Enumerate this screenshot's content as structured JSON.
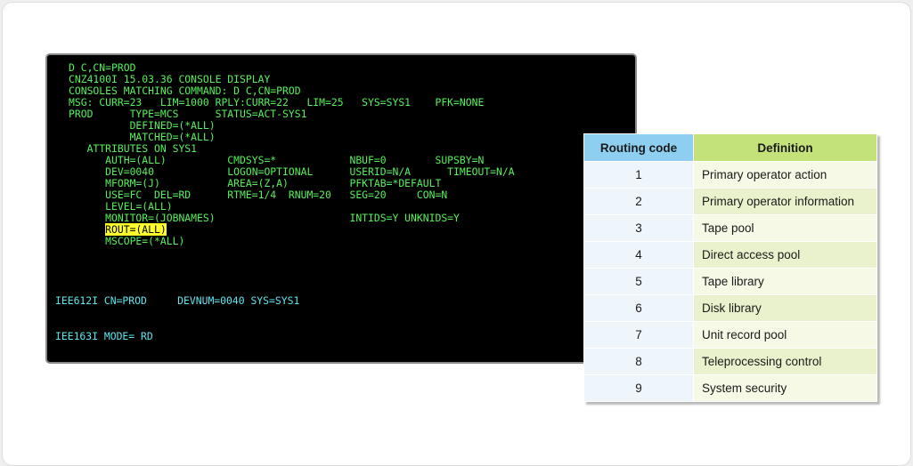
{
  "terminal": {
    "lines": [
      {
        "text": "D C,CN=PROD",
        "color": "green"
      },
      {
        "text": "CNZ4100I 15.03.36 CONSOLE DISPLAY",
        "color": "green"
      },
      {
        "text": "CONSOLES MATCHING COMMAND: D C,CN=PROD",
        "color": "green"
      },
      {
        "text": "MSG: CURR=23   LIM=1000 RPLY:CURR=22   LIM=25   SYS=SYS1    PFK=NONE",
        "color": "green"
      },
      {
        "text": "PROD      TYPE=MCS      STATUS=ACT-SYS1",
        "color": "green"
      },
      {
        "text": "          DEFINED=(*ALL)",
        "color": "green"
      },
      {
        "text": "          MATCHED=(*ALL)",
        "color": "green"
      },
      {
        "text": "   ATTRIBUTES ON SYS1",
        "color": "green"
      },
      {
        "text": "      AUTH=(ALL)          CMDSYS=*            NBUF=0        SUPSBY=N",
        "color": "green"
      },
      {
        "text": "      DEV=0040            LOGON=OPTIONAL      USERID=N/A      TIMEOUT=N/A",
        "color": "green"
      },
      {
        "text": "      MFORM=(J)           AREA=(Z,A)          PFKTAB=*DEFAULT",
        "color": "green"
      },
      {
        "text": "      USE=FC  DEL=RD      RTME=1/4  RNUM=20   SEG=20     CON=N",
        "color": "green"
      },
      {
        "text": "      LEVEL=(ALL)",
        "color": "green"
      },
      {
        "text": "      MONITOR=(JOBNAMES)                      INTIDS=Y UNKNIDS=Y",
        "color": "green"
      },
      {
        "text": "      ",
        "highlight": "ROUT=(ALL)",
        "color": "green"
      },
      {
        "text": "      MSCOPE=(*ALL)",
        "color": "green"
      }
    ],
    "status_lines": [
      {
        "text": "IEE612I CN=PROD     DEVNUM=0040 SYS=SYS1",
        "color": "cyan"
      },
      {
        "text": "IEE163I MODE= RD",
        "color": "cyan"
      }
    ]
  },
  "routing_table": {
    "headers": [
      "Routing code",
      "Definition"
    ],
    "rows": [
      {
        "code": "1",
        "definition": "Primary operator action"
      },
      {
        "code": "2",
        "definition": "Primary operator information"
      },
      {
        "code": "3",
        "definition": "Tape pool"
      },
      {
        "code": "4",
        "definition": "Direct access pool"
      },
      {
        "code": "5",
        "definition": "Tape library"
      },
      {
        "code": "6",
        "definition": "Disk library"
      },
      {
        "code": "7",
        "definition": "Unit record pool"
      },
      {
        "code": "8",
        "definition": "Teleprocessing control"
      },
      {
        "code": "9",
        "definition": "System security"
      }
    ],
    "colors": {
      "header_code": "#8ecff1",
      "header_definition": "#c3e27a"
    }
  },
  "colors": {
    "terminal_green": "#56f05a",
    "terminal_cyan": "#5ce6ee",
    "highlight": "#ffff2c"
  }
}
